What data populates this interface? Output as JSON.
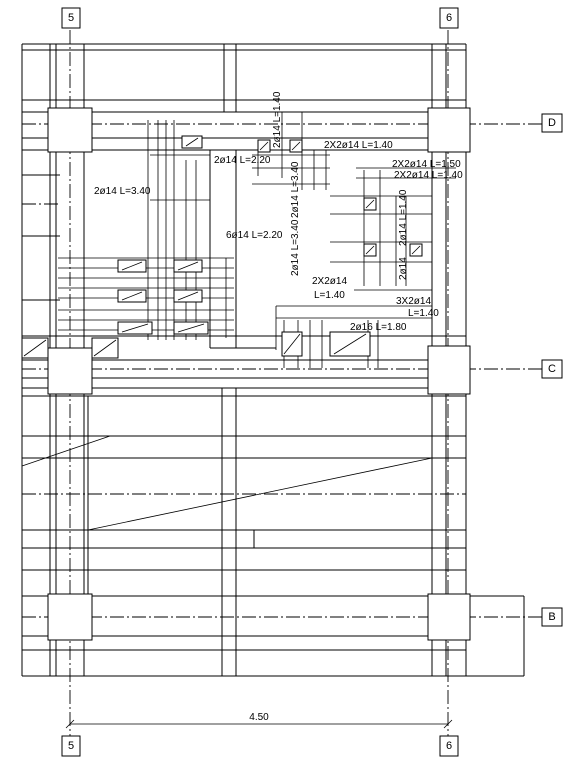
{
  "grid": {
    "top_left": "5",
    "top_right": "6",
    "bottom_left": "5",
    "bottom_right": "6",
    "row_d": "D",
    "row_c": "C",
    "row_b": "B"
  },
  "dimension": "4.50",
  "rebar_labels": {
    "a": "2ø14 L=2.20",
    "b": "2ø14 L=1.40",
    "c": "2X2ø14 L=1.40",
    "d": "2X2ø14 L=1.50",
    "e": "2X2ø14 L=1.40",
    "f": "2ø14 L=3.40",
    "g": "2ø14 L=3.40",
    "h": "6ø14 L=2.20",
    "i": "2ø14 L=3.40",
    "j": "2ø14 L=1.40",
    "k": "2ø14",
    "l": "2X2ø14",
    "m": "L=1.40",
    "n": "3X2ø14",
    "o": "L=1.40",
    "p": "2ø16 L=1.80"
  }
}
